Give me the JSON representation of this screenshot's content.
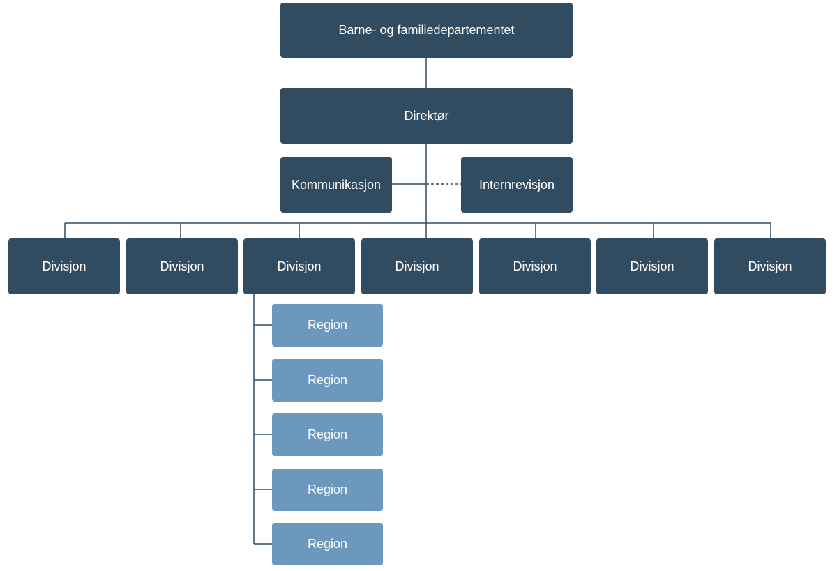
{
  "ministry": {
    "label": "Barne- og familiedepartementet"
  },
  "director": {
    "label": "Direktør"
  },
  "staff": {
    "communication": {
      "label": "Kommunikasjon"
    },
    "internal_audit": {
      "label": "Internrevisjon"
    }
  },
  "divisions": [
    {
      "label": "Divisjon"
    },
    {
      "label": "Divisjon"
    },
    {
      "label": "Divisjon"
    },
    {
      "label": "Divisjon"
    },
    {
      "label": "Divisjon"
    },
    {
      "label": "Divisjon"
    },
    {
      "label": "Divisjon"
    }
  ],
  "regions": [
    {
      "label": "Region"
    },
    {
      "label": "Region"
    },
    {
      "label": "Region"
    },
    {
      "label": "Region"
    },
    {
      "label": "Region"
    }
  ],
  "colors": {
    "primary_box": "#314b61",
    "region_box": "#6d98bd",
    "connector": "#314b61",
    "text": "#ffffff"
  }
}
